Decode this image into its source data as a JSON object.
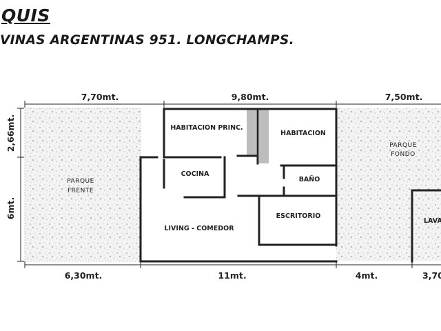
{
  "title": "QUIS",
  "subtitle": "VINAS ARGENTINAS 951. LONGCHAMPS.",
  "dimensions": {
    "top": [
      "7,70mt.",
      "9,80mt.",
      "7,50mt."
    ],
    "bottom": [
      "6,30mt.",
      "11mt.",
      "4mt.",
      "3,70"
    ],
    "left": [
      "2,66mt.",
      "6mt."
    ]
  },
  "zones": {
    "front_yard": [
      "PARQUE",
      "FRENTE"
    ],
    "back_yard": [
      "PARQUE",
      "FONDO"
    ]
  },
  "rooms": {
    "master_bedroom": "HABITACION PRINC.",
    "bedroom": "HABITACION",
    "kitchen": "COCINA",
    "bathroom": "BAÑO",
    "office": "ESCRITORIO",
    "living_dining": "LIVING - COMEDOR",
    "laundry": "LAVA"
  },
  "colors": {
    "wall": "#222222",
    "yard_fill": "#f2f2f2",
    "yard_dots": "#c8c8c8",
    "closet": "#bdbdbd"
  }
}
